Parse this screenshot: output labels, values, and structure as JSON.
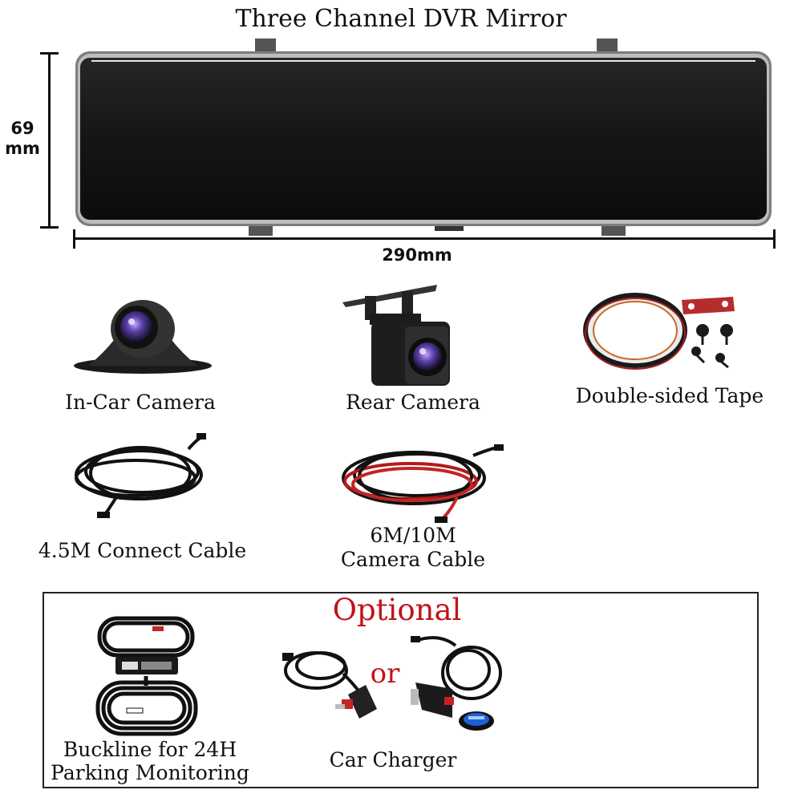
{
  "title": "Three Channel DVR Mirror",
  "dimensions": {
    "height_value": "69",
    "height_unit": "mm",
    "width_label": "290mm"
  },
  "items": {
    "in_car_camera": "In-Car Camera",
    "rear_camera": "Rear Camera",
    "tape": "Double-sided Tape",
    "connect_cable": "4.5M Connect Cable",
    "camera_cable_line1": "6M/10M",
    "camera_cable_line2": "Camera Cable"
  },
  "optional": {
    "heading": "Optional",
    "or": "or",
    "buckline_line1": "Buckline for 24H",
    "buckline_line2": "Parking Monitoring",
    "charger": "Car Charger"
  },
  "colors": {
    "accent_red": "#c0141a",
    "mirror_face": "#1c1c1c",
    "mirror_frame": "#8a8a8a"
  }
}
